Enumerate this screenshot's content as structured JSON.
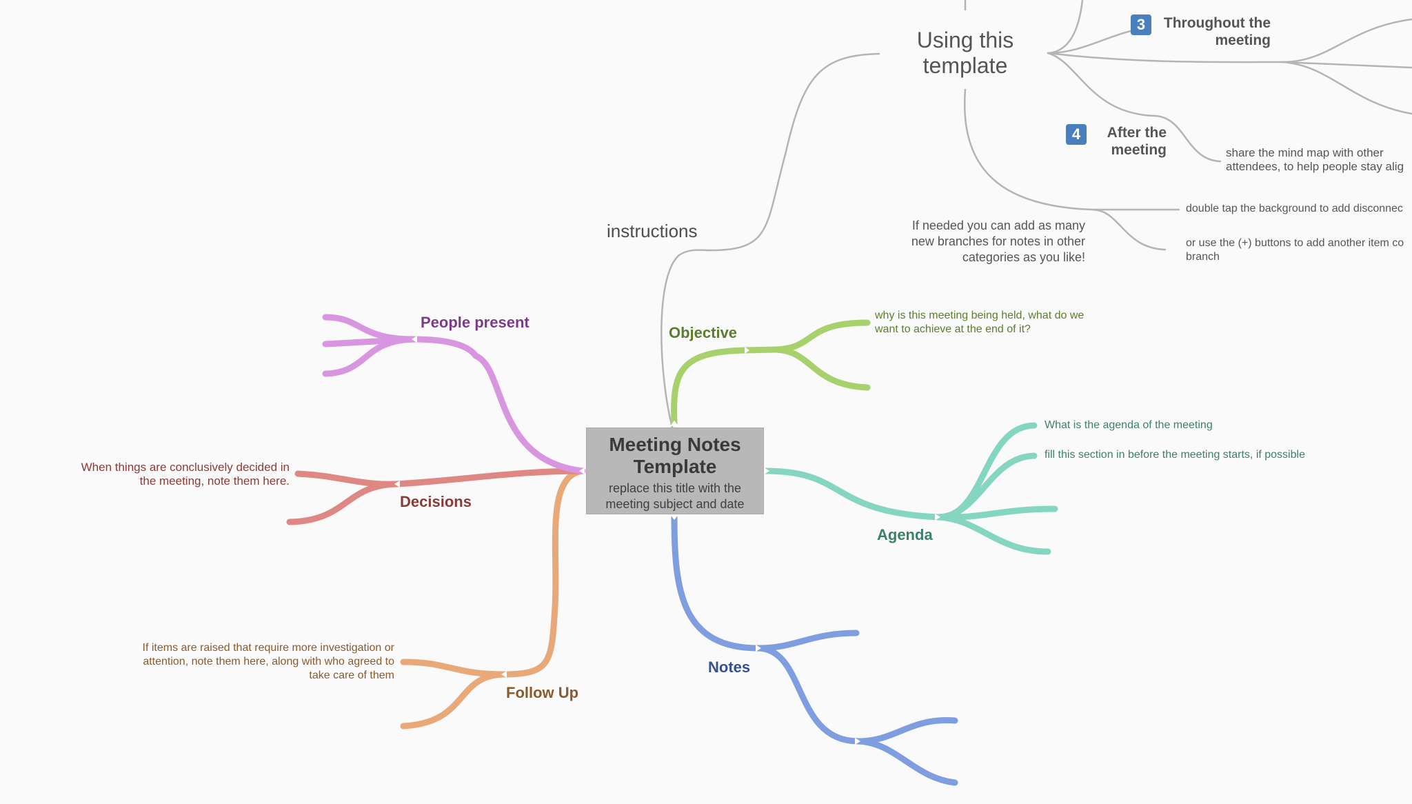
{
  "center": {
    "title": "Meeting Notes Template",
    "subtitle": "replace this title with the meeting subject and date"
  },
  "branches": {
    "instructions": {
      "label": "instructions",
      "using_template": "Using this template",
      "step3": {
        "number": "3",
        "title": "Throughout the meeting"
      },
      "step4": {
        "number": "4",
        "title": "After the meeting",
        "note": "share the mind map with other attendees, to help people stay alig"
      },
      "tips": {
        "intro": "If needed you can add as many new branches for notes in other categories as you like!",
        "tip1": "double tap the background to add disconnec",
        "tip2": "or use the (+) buttons to add another item co branch"
      }
    },
    "objective": {
      "label": "Objective",
      "note": "why is this meeting being held, what do we want to achieve at the end of it?",
      "color": "#a6d16b"
    },
    "agenda": {
      "label": "Agenda",
      "note1": "What is the agenda of the meeting",
      "note2": "fill this section in before the meeting starts, if possible",
      "color": "#84d6c1"
    },
    "notes": {
      "label": "Notes",
      "color": "#7e9ee0"
    },
    "follow_up": {
      "label": "Follow Up",
      "note": "If items are raised that require more investigation or attention, note them here, along with who agreed to take care of them",
      "color": "#e8a878"
    },
    "decisions": {
      "label": "Decisions",
      "note": "When things are conclusively decided in the meeting, note them here.",
      "color": "#de8783"
    },
    "people_present": {
      "label": "People present",
      "color": "#d895e0"
    }
  },
  "colors": {
    "grey_link": "#b4b4b4",
    "center_bg": "#b8b8b8",
    "badge": "#4a7fbd",
    "objective_text": "#5b7d2c",
    "agenda_text": "#3d7f6d",
    "notes_text": "#34528e",
    "follow_up_text": "#8a5a2e",
    "decisions_text": "#8a3b37",
    "people_text": "#7c3a8a"
  }
}
